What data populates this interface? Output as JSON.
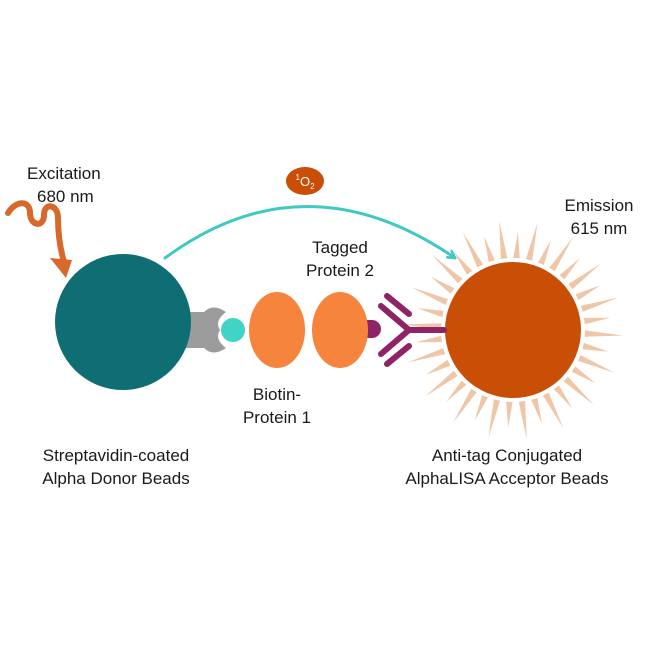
{
  "colors": {
    "donor_bead": "#0f6e74",
    "acceptor_bead": "#c94e06",
    "acceptor_rays": "#efc7a8",
    "excitation_wave": "#d8692a",
    "transfer_arrow": "#3ec9c3",
    "singlet_oxygen_badge": "#c94e06",
    "streptavidin": "#9c9c9c",
    "biotin": "#3fd4c4",
    "protein": "#f6843c",
    "tag": "#8e2466",
    "antibody": "#8e2466",
    "text": "#1a1a1a"
  },
  "excitation": {
    "line1": "Excitation",
    "line2": "680 nm",
    "icon": "wavy-arrow-icon"
  },
  "singlet_oxygen": {
    "superscript": "1",
    "symbol": "O",
    "subscript": "2"
  },
  "emission": {
    "line1": "Emission",
    "line2": "615 nm"
  },
  "tagged_protein": {
    "line1": "Tagged",
    "line2": "Protein 2"
  },
  "biotin_protein": {
    "line1": "Biotin-",
    "line2": "Protein 1"
  },
  "donor_beads": {
    "line1": "Streptavidin-coated",
    "line2": "Alpha Donor Beads"
  },
  "acceptor_beads": {
    "line1": "Anti-tag Conjugated",
    "line2": "AlphaLISA Acceptor Beads"
  }
}
